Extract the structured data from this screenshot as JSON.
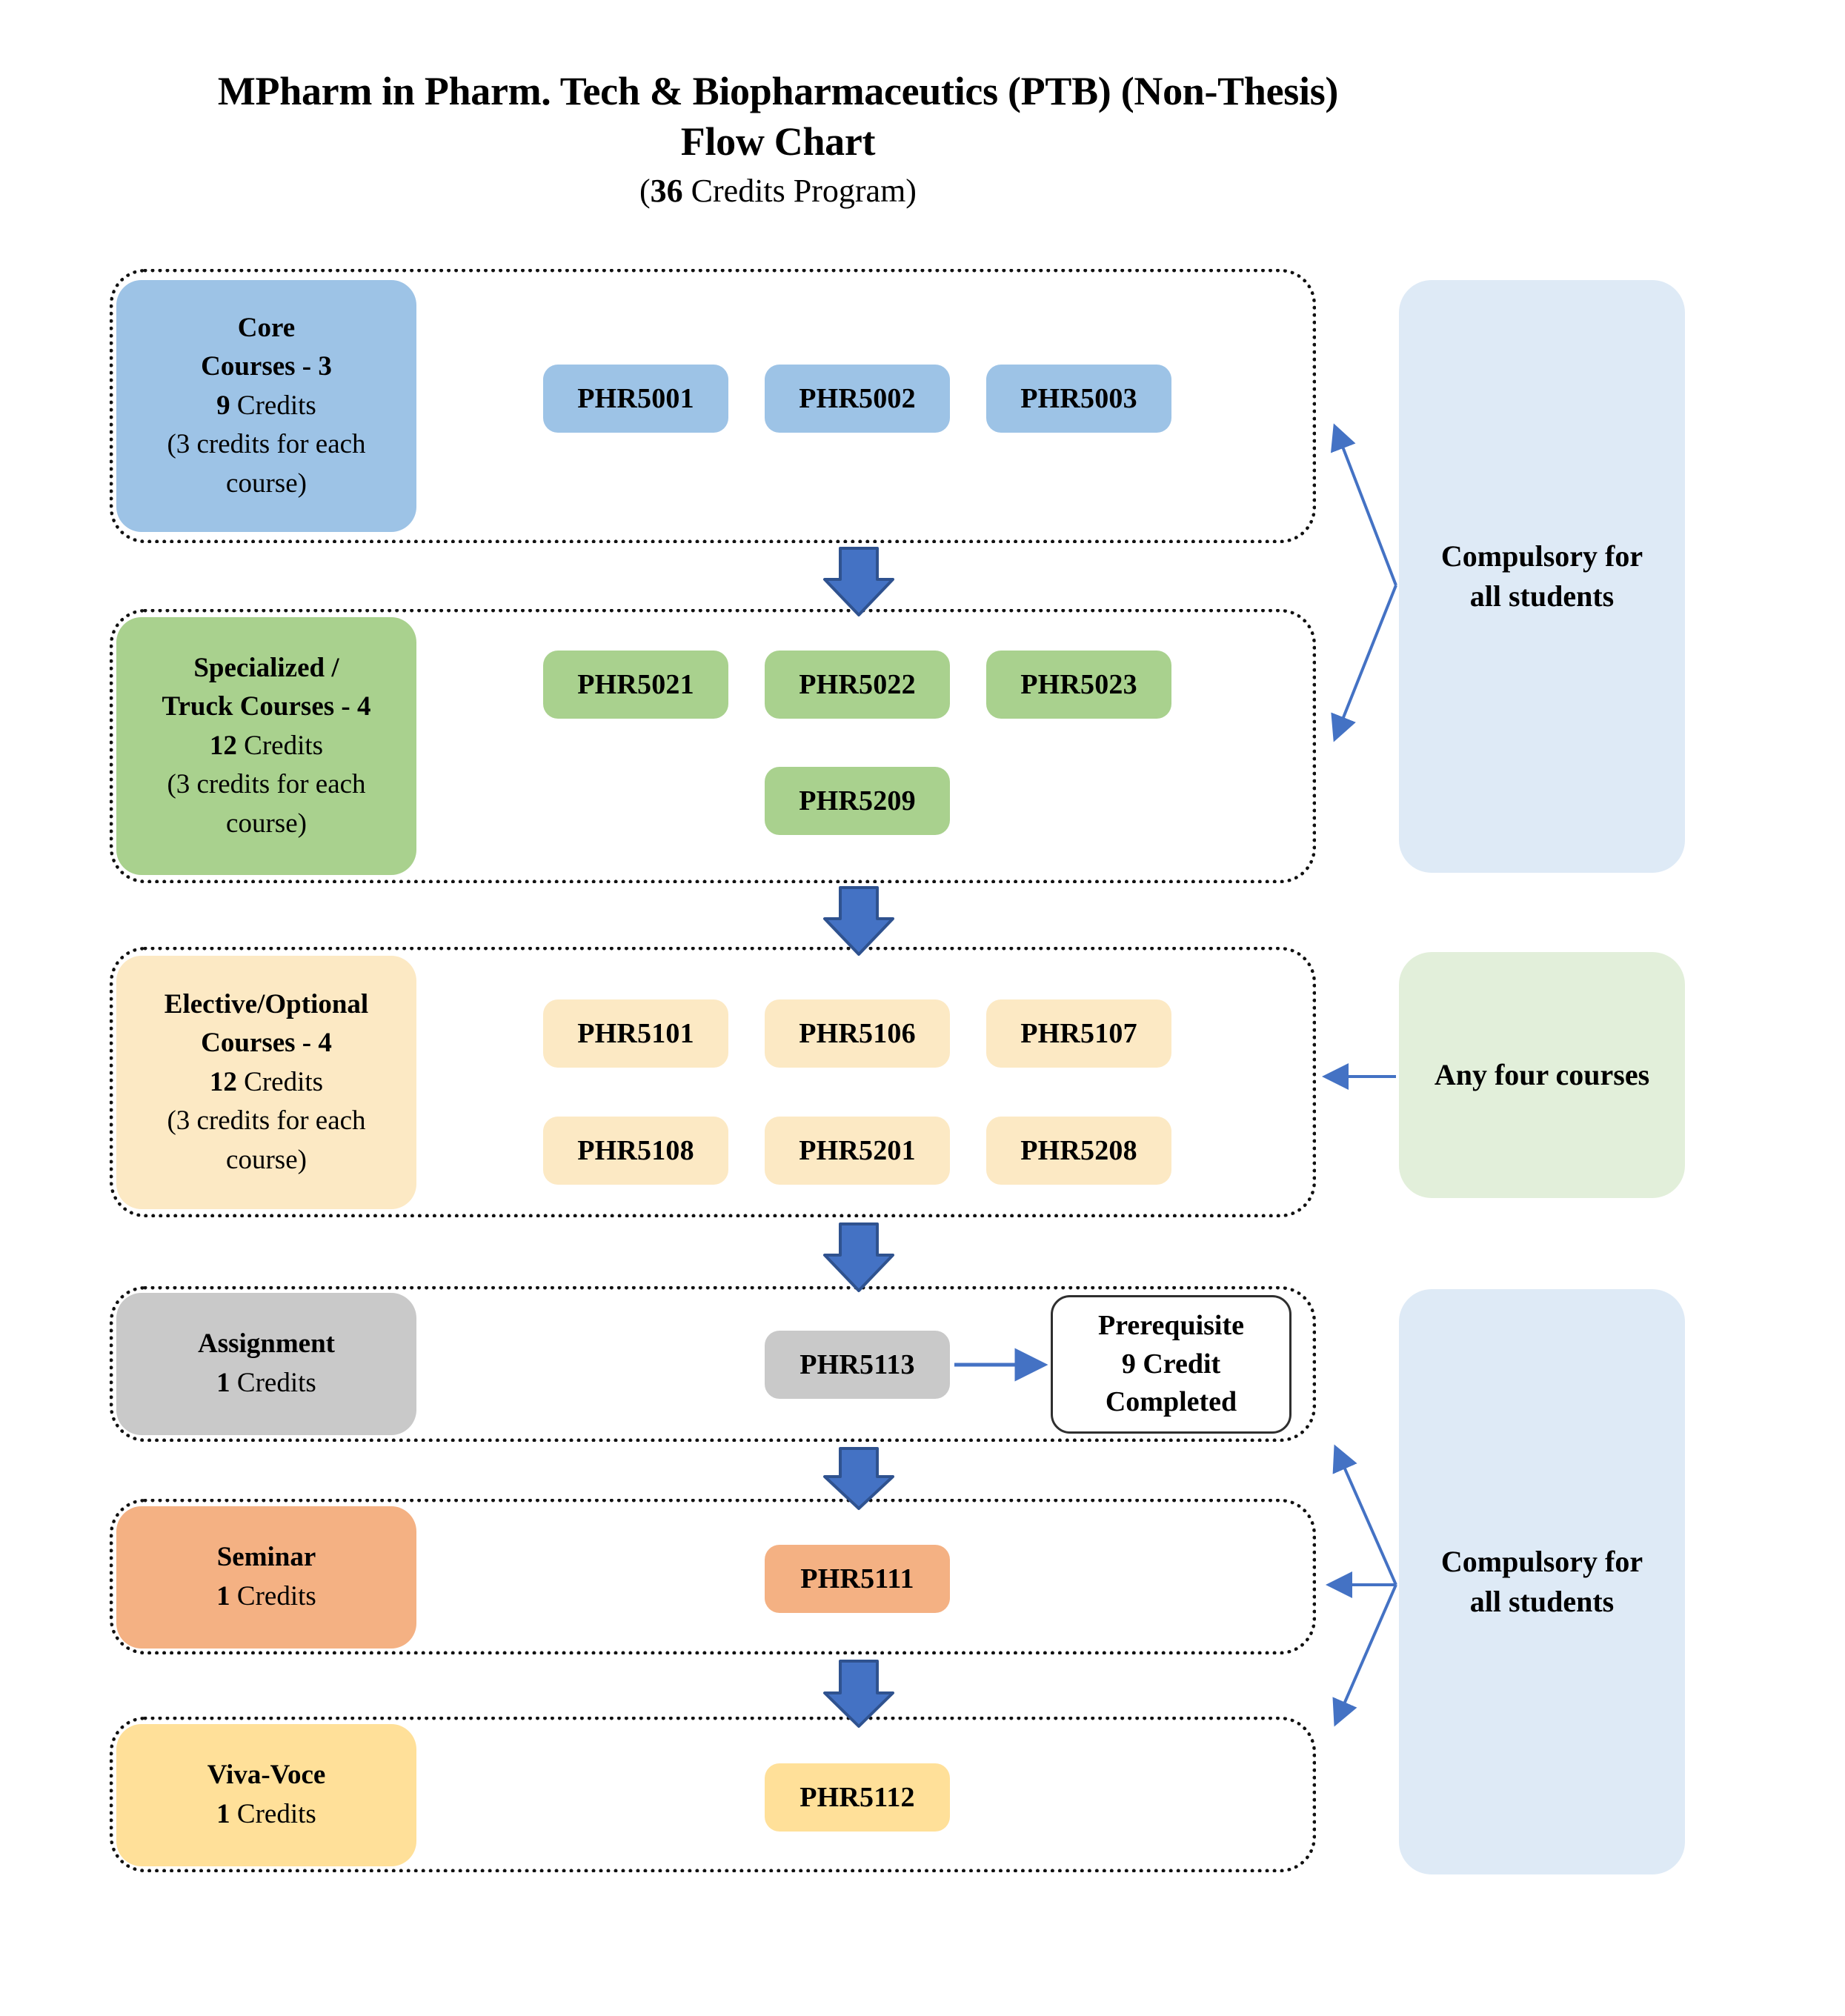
{
  "title": {
    "line1": "MPharm in Pharm. Tech & Biopharmaceutics (PTB) (Non-Thesis)",
    "line2": "Flow Chart",
    "credits_number": "36",
    "credits_suffix": " Credits Program)",
    "credits_prefix": "("
  },
  "sections": [
    {
      "id": "core",
      "category": {
        "line1": "Core",
        "line2": "Courses - 3",
        "credits_num": "9",
        "credits_word": " Credits",
        "note": "(3 credits for each course)"
      },
      "color": "#9DC3E6",
      "courses": [
        "PHR5001",
        "PHR5002",
        "PHR5003"
      ]
    },
    {
      "id": "specialized",
      "category": {
        "line1": "Specialized /",
        "line2": "Truck Courses - 4",
        "credits_num": "12",
        "credits_word": " Credits",
        "note": "(3 credits for each course)"
      },
      "color": "#A9D18E",
      "courses": [
        "PHR5021",
        "PHR5022",
        "PHR5023",
        "PHR5209"
      ]
    },
    {
      "id": "elective",
      "category": {
        "line1": "Elective/Optional",
        "line2": "Courses - 4",
        "credits_num": "12",
        "credits_word": " Credits",
        "note": "(3 credits for each course)"
      },
      "color": "#FCE9C4",
      "courses": [
        "PHR5101",
        "PHR5106",
        "PHR5107",
        "PHR5108",
        "PHR5201",
        "PHR5208"
      ]
    },
    {
      "id": "assignment",
      "category": {
        "line1": "Assignment",
        "credits_num": "1",
        "credits_word": " Credits"
      },
      "color": "#C9C9C9",
      "courses": [
        "PHR5113"
      ],
      "prerequisite": {
        "line1": "Prerequisite",
        "line2": "9 Credit",
        "line3": "Completed"
      }
    },
    {
      "id": "seminar",
      "category": {
        "line1": "Seminar",
        "credits_num": "1",
        "credits_word": " Credits"
      },
      "color": "#F4B183",
      "courses": [
        "PHR5111"
      ]
    },
    {
      "id": "viva",
      "category": {
        "line1": "Viva-Voce",
        "credits_num": "1",
        "credits_word": " Credits"
      },
      "color": "#FFE099",
      "courses": [
        "PHR5112"
      ]
    }
  ],
  "notes": {
    "top_compulsory": "Compulsory for\nall students",
    "top_compulsory_l1": "Compulsory for",
    "top_compulsory_l2": "all students",
    "any_four": "Any four courses",
    "bottom_compulsory_l1": "Compulsory for",
    "bottom_compulsory_l2": "all students"
  },
  "colors": {
    "arrow_blue": "#4472C4",
    "connector_line": "#4472C4",
    "note_blue_bg": "#DEEAF6",
    "note_green_bg": "#E2EFDA",
    "dotted_border": "#111111"
  }
}
